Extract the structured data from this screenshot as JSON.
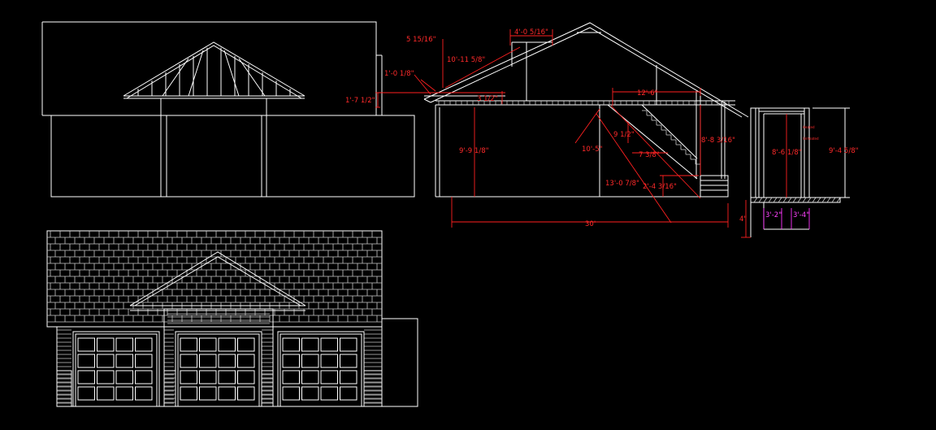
{
  "dimensions": {
    "d_5_15_16": "5 15/16\"",
    "d_4_0_5_16": "4'-0 5/16\"",
    "d_10_11_5_8": "10'-11 5/8\"",
    "d_1_0_1_8": "1'-0 1/8\"",
    "d_1_7_1_2": "1'-7 1/2\"",
    "d_3_1_2": "3 1/2\"",
    "d_12_6": "12'-6\"",
    "d_9_1_2": "9 1/2\"",
    "d_10_5": "10'-5\"",
    "d_7_3_8": "7 3/8\"",
    "d_8_8_3_16": "8'-8 3/16\"",
    "d_9_9_1_8": "9'-9 1/8\"",
    "d_13_0_7_8": "13'-0 7/8\"",
    "d_2_4_3_16": "2'-4 3/16\"",
    "d_30": "30'",
    "d_8_6_1_8": "8'-6 1/8\"",
    "d_9_4_5_8": "9'-4 5/8\"",
    "d_4": "4\"",
    "d_3_2": "3'-2\"",
    "d_3_4": "3'-4\""
  },
  "notes": {
    "heated": "Heated",
    "unheated": "Unheated"
  },
  "colors": {
    "line": "#ffffff",
    "dimension": "#ff2020",
    "magenta": "#ff33ff",
    "background": "#000000"
  }
}
